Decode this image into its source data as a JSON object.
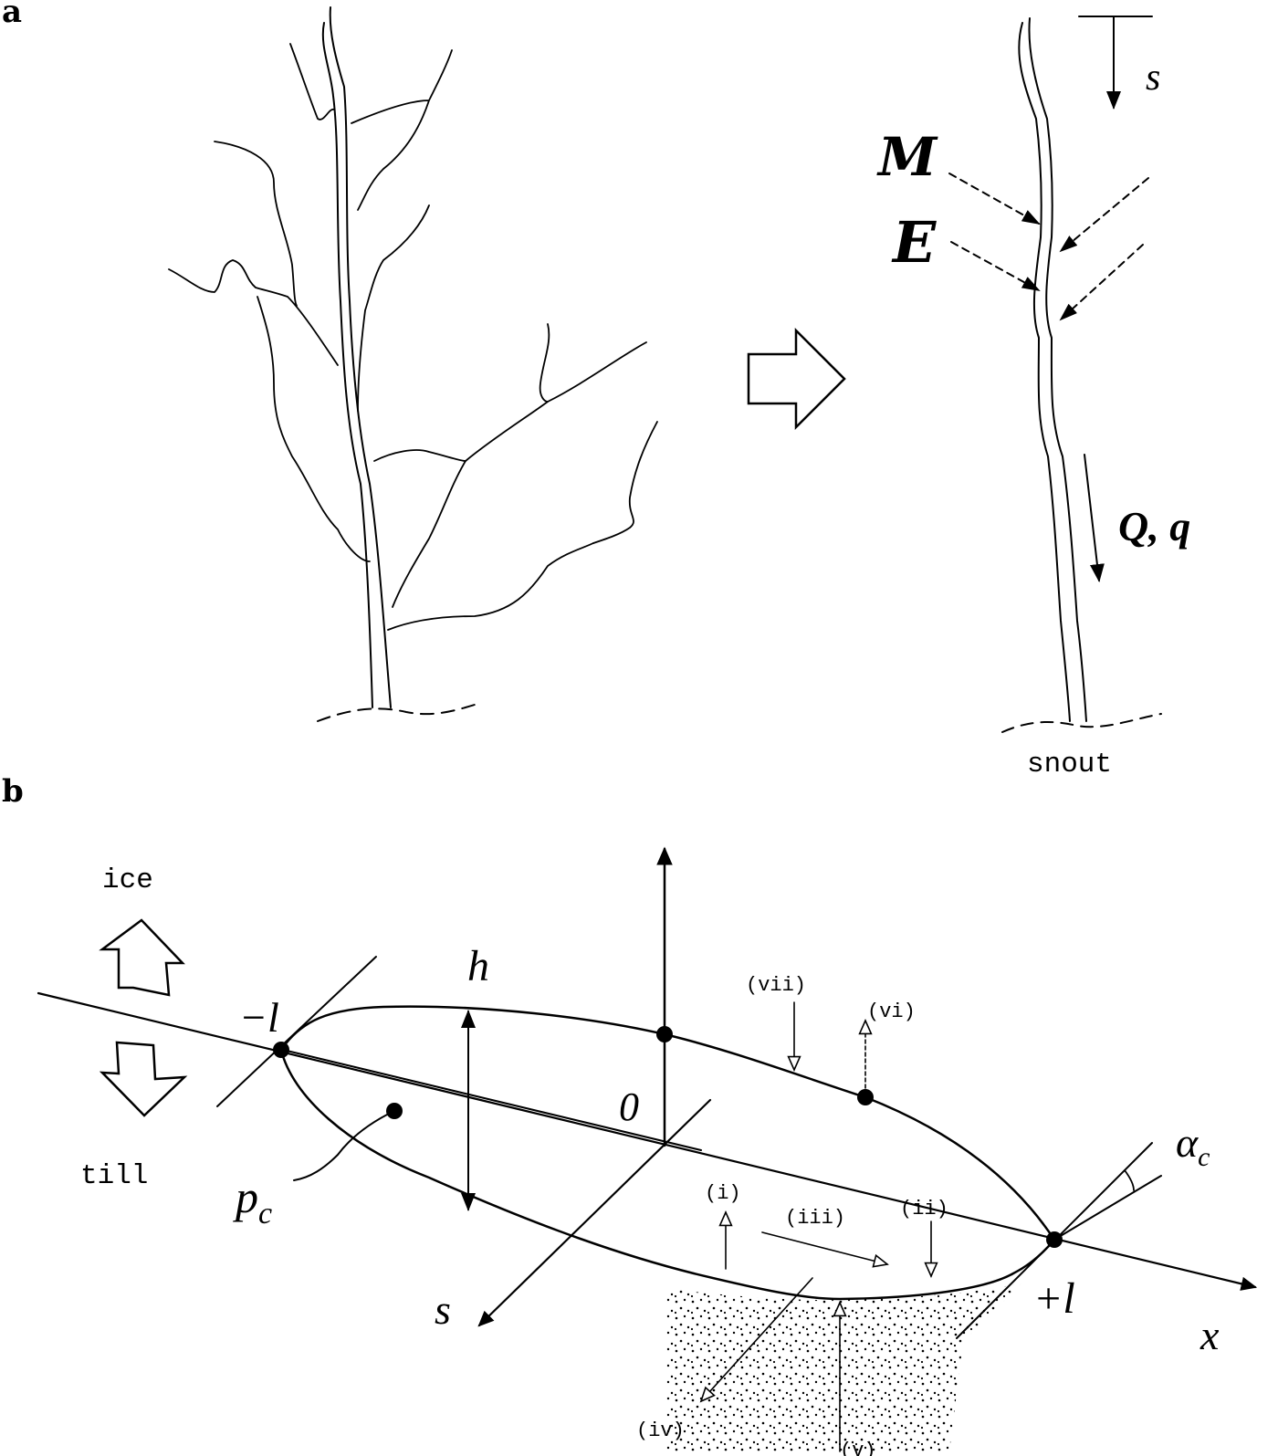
{
  "panel_a": {
    "label": "a",
    "symbol_s": "s",
    "symbol_M": "M",
    "symbol_E": "E",
    "symbol_Qq": "Q, q",
    "snout": "snout"
  },
  "panel_b": {
    "label": "b",
    "ice": "ice",
    "till": "till",
    "minus_l": "−l",
    "h": "h",
    "zero": "0",
    "pc_main": "p",
    "pc_sub": "c",
    "s": "s",
    "plus_l": "+l",
    "x": "x",
    "alpha_main": "α",
    "alpha_sub": "c",
    "markers": {
      "i": "(i)",
      "ii": "(ii)",
      "iii": "(iii)",
      "iv": "(iv)",
      "v": "(v)",
      "vi": "(vi)",
      "vii": "(vii)"
    }
  }
}
